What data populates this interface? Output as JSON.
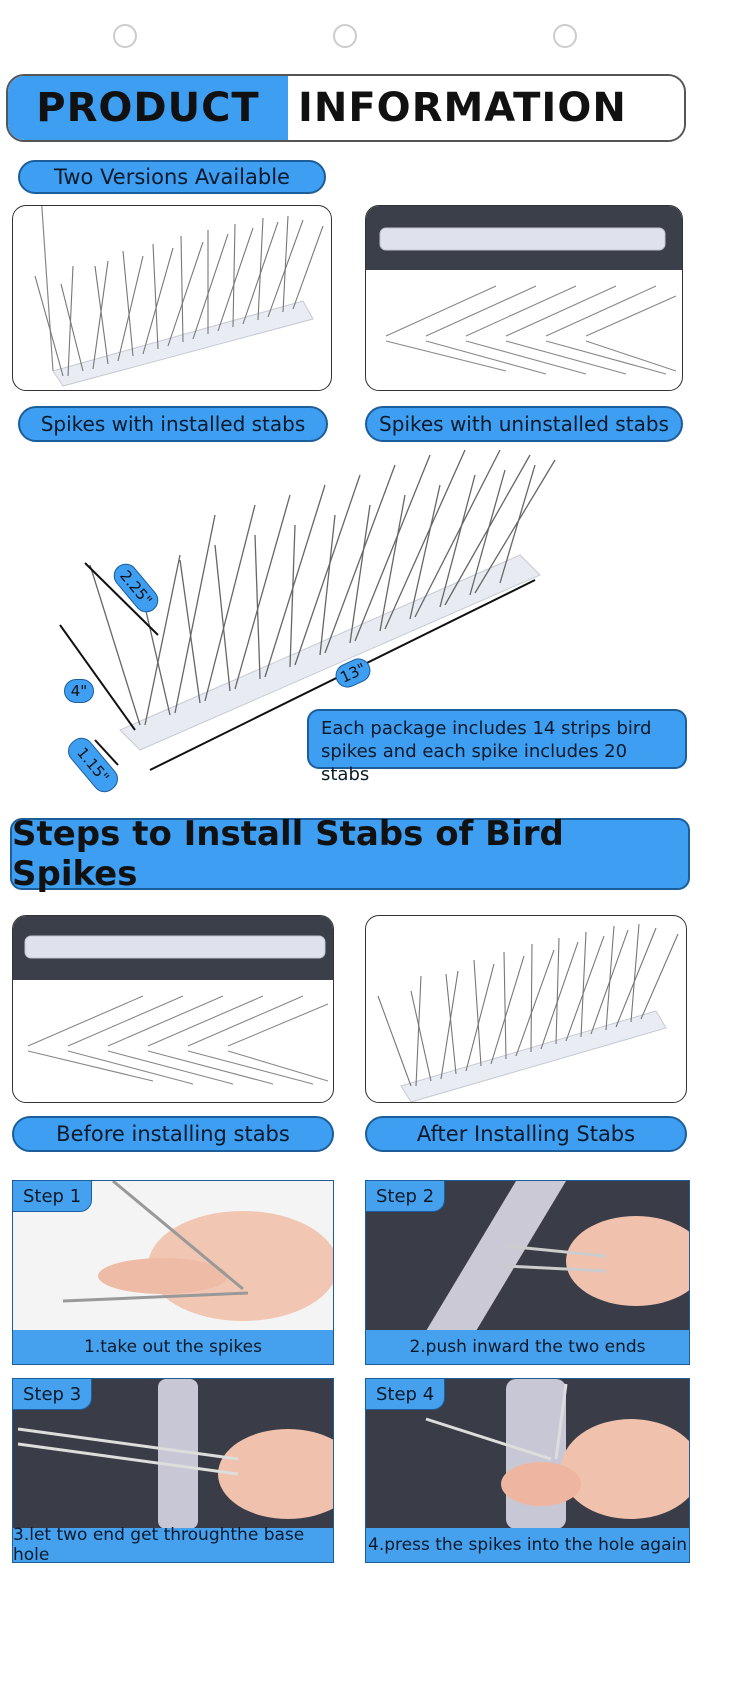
{
  "header": {
    "left_word": "PRODUCT",
    "right_word": "INFORMATION"
  },
  "versions": {
    "pill": "Two Versions Available",
    "left_caption": "Spikes with installed stabs",
    "right_caption": "Spikes with uninstalled stabs"
  },
  "dimensions": {
    "length": "13\"",
    "height": "4\"",
    "spike": "2.25\"",
    "base": "1.15\""
  },
  "package_note": "Each package includes 14 strips bird spikes and each spike includes 20 stabs",
  "install": {
    "title": "Steps to Install Stabs of Bird Spikes",
    "before_caption": "Before installing stabs",
    "after_caption": "After Installing Stabs"
  },
  "steps": [
    {
      "tag": "Step 1",
      "caption": "1.take out the spikes"
    },
    {
      "tag": "Step 2",
      "caption": "2.push inward the two ends"
    },
    {
      "tag": "Step 3",
      "caption": "3.let two end get throughthe base hole"
    },
    {
      "tag": "Step 4",
      "caption": "4.press the spikes into the hole again"
    }
  ],
  "colors": {
    "accent": "#3d9ef2",
    "border": "#1d5e9a",
    "dark_panel": "#3b3f4a"
  }
}
